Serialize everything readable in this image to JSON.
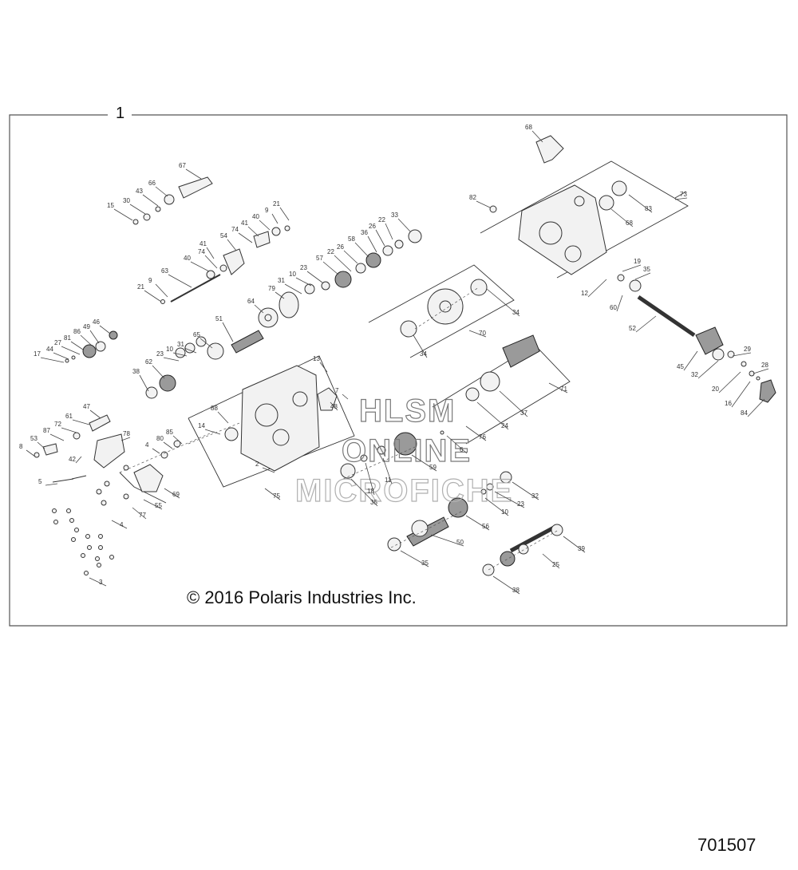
{
  "assembly_number": "1",
  "copyright": "© 2016 Polaris Industries Inc.",
  "drawing_number": "701507",
  "watermark": [
    "HLSM",
    "ONLINE",
    "MICROFICHE"
  ],
  "callouts": [
    {
      "id": "c67",
      "label": "67"
    },
    {
      "id": "c43",
      "label": "43"
    },
    {
      "id": "c66",
      "label": "66"
    },
    {
      "id": "c30",
      "label": "30"
    },
    {
      "id": "c15",
      "label": "15"
    },
    {
      "id": "c41a",
      "label": "41"
    },
    {
      "id": "c74a",
      "label": "74"
    },
    {
      "id": "c41b",
      "label": "41"
    },
    {
      "id": "c40a",
      "label": "40"
    },
    {
      "id": "c9a",
      "label": "9"
    },
    {
      "id": "c21a",
      "label": "21"
    },
    {
      "id": "c54",
      "label": "54"
    },
    {
      "id": "c74b",
      "label": "74"
    },
    {
      "id": "c40b",
      "label": "40"
    },
    {
      "id": "c63",
      "label": "63"
    },
    {
      "id": "c9b",
      "label": "9"
    },
    {
      "id": "c21b",
      "label": "21"
    },
    {
      "id": "c33",
      "label": "33"
    },
    {
      "id": "c22a",
      "label": "22"
    },
    {
      "id": "c26a",
      "label": "26"
    },
    {
      "id": "c36",
      "label": "36"
    },
    {
      "id": "c58",
      "label": "58"
    },
    {
      "id": "c26b",
      "label": "26"
    },
    {
      "id": "c22b",
      "label": "22"
    },
    {
      "id": "c57",
      "label": "57"
    },
    {
      "id": "c23a",
      "label": "23"
    },
    {
      "id": "c10a",
      "label": "10"
    },
    {
      "id": "c31a",
      "label": "31"
    },
    {
      "id": "c79",
      "label": "79"
    },
    {
      "id": "c64",
      "label": "64"
    },
    {
      "id": "c46",
      "label": "46"
    },
    {
      "id": "c49",
      "label": "49"
    },
    {
      "id": "c86",
      "label": "86"
    },
    {
      "id": "c81",
      "label": "81"
    },
    {
      "id": "c27",
      "label": "27"
    },
    {
      "id": "c44",
      "label": "44"
    },
    {
      "id": "c17",
      "label": "17"
    },
    {
      "id": "c51",
      "label": "51"
    },
    {
      "id": "c65",
      "label": "65"
    },
    {
      "id": "c31b",
      "label": "31"
    },
    {
      "id": "c10b",
      "label": "10"
    },
    {
      "id": "c23b",
      "label": "23"
    },
    {
      "id": "c62",
      "label": "62"
    },
    {
      "id": "c38a",
      "label": "38"
    },
    {
      "id": "c13",
      "label": "13"
    },
    {
      "id": "c7",
      "label": "7"
    },
    {
      "id": "c48",
      "label": "48"
    },
    {
      "id": "c88",
      "label": "88"
    },
    {
      "id": "c14",
      "label": "14"
    },
    {
      "id": "c85",
      "label": "85"
    },
    {
      "id": "c80",
      "label": "80"
    },
    {
      "id": "c4a",
      "label": "4"
    },
    {
      "id": "c2",
      "label": "2"
    },
    {
      "id": "c75",
      "label": "75"
    },
    {
      "id": "c47",
      "label": "47"
    },
    {
      "id": "c61",
      "label": "61"
    },
    {
      "id": "c72",
      "label": "72"
    },
    {
      "id": "c87",
      "label": "87"
    },
    {
      "id": "c53",
      "label": "53"
    },
    {
      "id": "c8",
      "label": "8"
    },
    {
      "id": "c42",
      "label": "42"
    },
    {
      "id": "c78",
      "label": "78"
    },
    {
      "id": "c5",
      "label": "5"
    },
    {
      "id": "c69",
      "label": "69"
    },
    {
      "id": "c55",
      "label": "55"
    },
    {
      "id": "c77",
      "label": "77"
    },
    {
      "id": "c4b",
      "label": "4"
    },
    {
      "id": "c3",
      "label": "3"
    },
    {
      "id": "c68a",
      "label": "68"
    },
    {
      "id": "c82",
      "label": "82"
    },
    {
      "id": "c83",
      "label": "83"
    },
    {
      "id": "c68b",
      "label": "68"
    },
    {
      "id": "c73",
      "label": "73"
    },
    {
      "id": "c19",
      "label": "19"
    },
    {
      "id": "c35a",
      "label": "35"
    },
    {
      "id": "c12",
      "label": "12"
    },
    {
      "id": "c60",
      "label": "60"
    },
    {
      "id": "c52",
      "label": "52"
    },
    {
      "id": "c34a",
      "label": "34"
    },
    {
      "id": "c70",
      "label": "70"
    },
    {
      "id": "c34b",
      "label": "34"
    },
    {
      "id": "c45",
      "label": "45"
    },
    {
      "id": "c29",
      "label": "29"
    },
    {
      "id": "c32a",
      "label": "32"
    },
    {
      "id": "c28",
      "label": "28"
    },
    {
      "id": "c20",
      "label": "20"
    },
    {
      "id": "c16",
      "label": "16"
    },
    {
      "id": "c84",
      "label": "84"
    },
    {
      "id": "c71",
      "label": "71"
    },
    {
      "id": "c37",
      "label": "37"
    },
    {
      "id": "c24",
      "label": "24"
    },
    {
      "id": "c76",
      "label": "76"
    },
    {
      "id": "c6",
      "label": "6"
    },
    {
      "id": "c59",
      "label": "59"
    },
    {
      "id": "c11",
      "label": "11"
    },
    {
      "id": "c18",
      "label": "18"
    },
    {
      "id": "c35b",
      "label": "35"
    },
    {
      "id": "c32b",
      "label": "32"
    },
    {
      "id": "c23c",
      "label": "23"
    },
    {
      "id": "c10c",
      "label": "10"
    },
    {
      "id": "c56",
      "label": "56"
    },
    {
      "id": "c50",
      "label": "50"
    },
    {
      "id": "c35c",
      "label": "35"
    },
    {
      "id": "c39",
      "label": "39"
    },
    {
      "id": "c25",
      "label": "25"
    },
    {
      "id": "c38b",
      "label": "38"
    }
  ]
}
